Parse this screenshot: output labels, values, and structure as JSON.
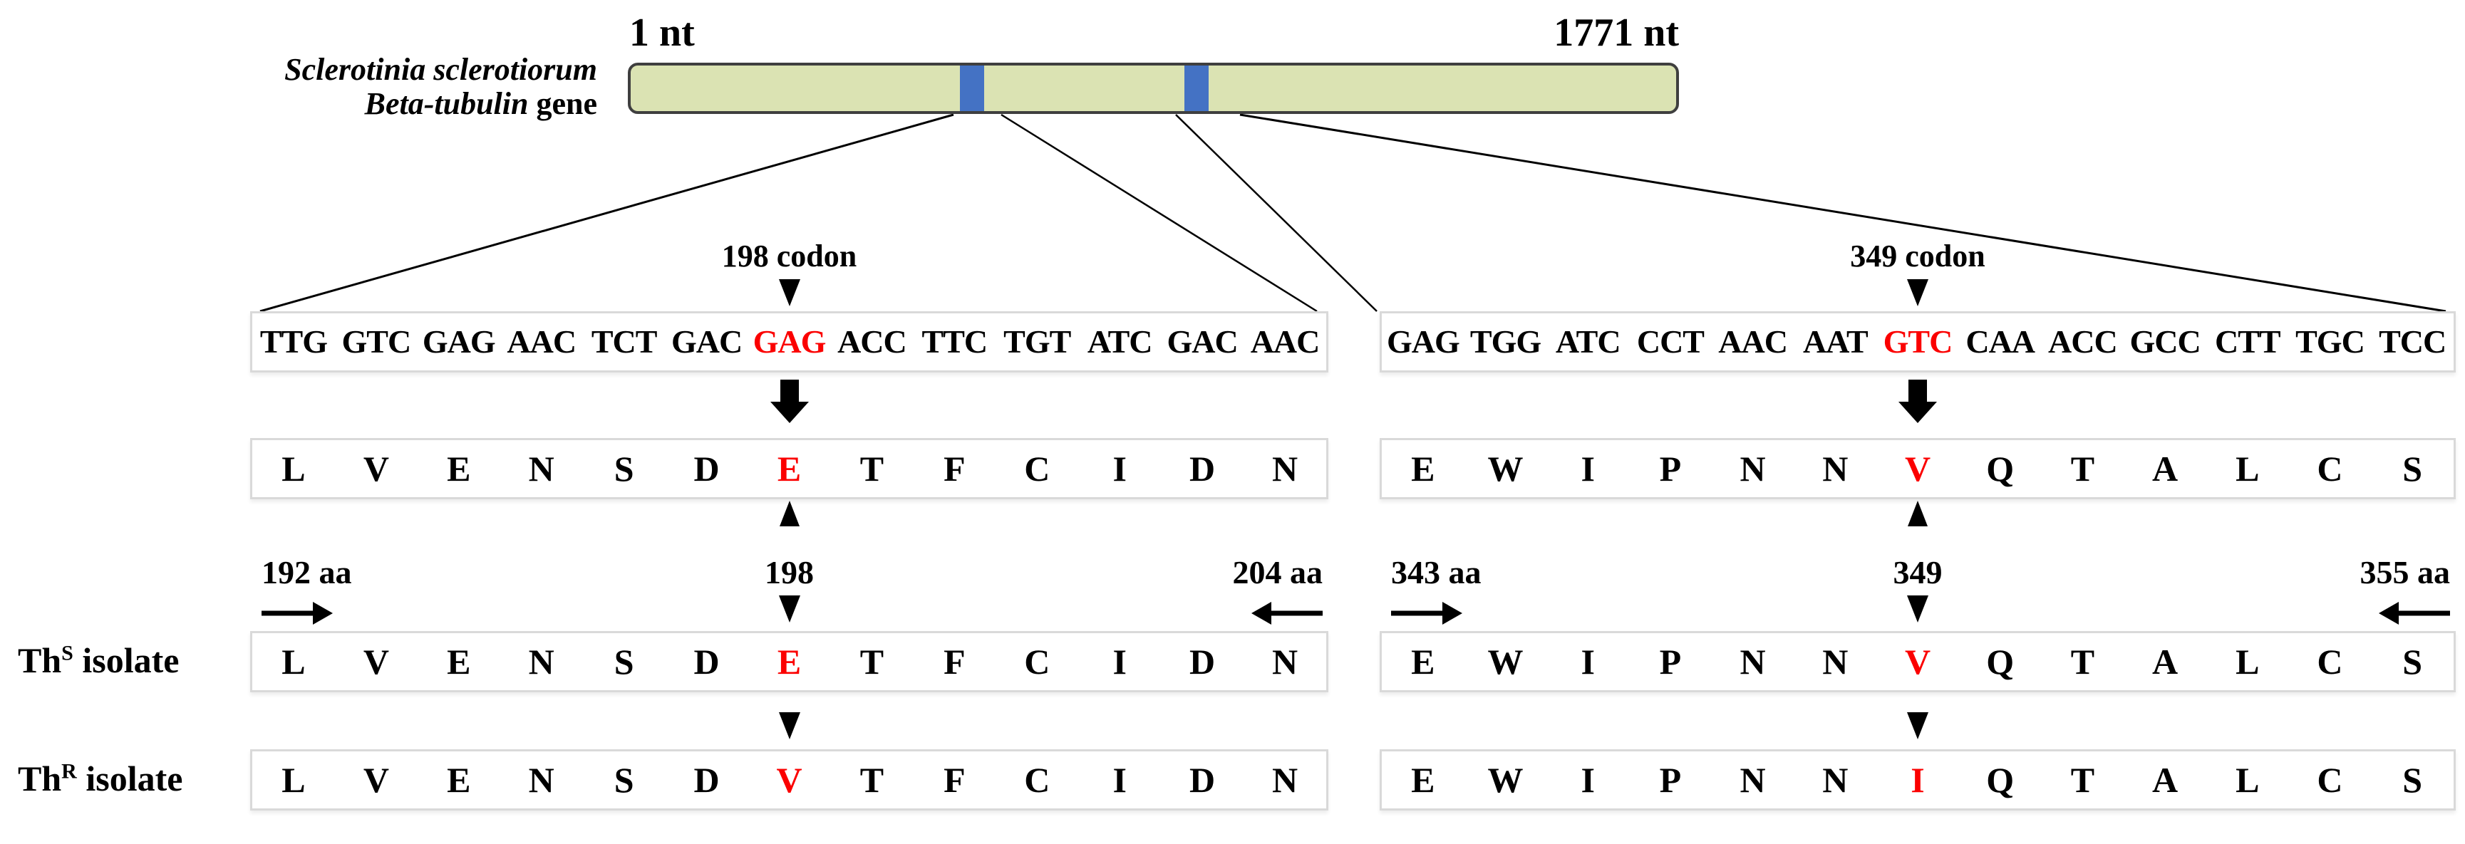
{
  "gene": {
    "species_line1": "Sclerotinia sclerotiorum",
    "species_line2_italic": "Beta-tubulin",
    "species_line2_roman": " gene",
    "start_label": "1 nt",
    "end_label": "1771 nt"
  },
  "isolates": {
    "prefix": "Th",
    "sensitive_sup": "S",
    "resistant_sup": "R",
    "suffix": " isolate"
  },
  "panels": {
    "left": {
      "codon_label": "198 codon",
      "position_label": "198",
      "range_start": "192 aa",
      "range_end": "204 aa",
      "nt": {
        "items": [
          "TTG",
          "GTC",
          "GAG",
          "AAC",
          "TCT",
          "GAC",
          "GAG",
          "ACC",
          "TTC",
          "TGT",
          "ATC",
          "GAC",
          "AAC"
        ],
        "highlight_index": 6
      },
      "aa": {
        "items": [
          "L",
          "V",
          "E",
          "N",
          "S",
          "D",
          "E",
          "T",
          "F",
          "C",
          "I",
          "D",
          "N"
        ],
        "highlight_index": 6
      },
      "sensitive": {
        "items": [
          "L",
          "V",
          "E",
          "N",
          "S",
          "D",
          "E",
          "T",
          "F",
          "C",
          "I",
          "D",
          "N"
        ],
        "highlight_index": 6
      },
      "resistant": {
        "items": [
          "L",
          "V",
          "E",
          "N",
          "S",
          "D",
          "V",
          "T",
          "F",
          "C",
          "I",
          "D",
          "N"
        ],
        "highlight_index": 6
      }
    },
    "right": {
      "codon_label": "349 codon",
      "position_label": "349",
      "range_start": "343 aa",
      "range_end": "355 aa",
      "nt": {
        "items": [
          "GAG",
          "TGG",
          "ATC",
          "CCT",
          "AAC",
          "AAT",
          "GTC",
          "CAA",
          "ACC",
          "GCC",
          "CTT",
          "TGC",
          "TCC"
        ],
        "highlight_index": 6
      },
      "aa": {
        "items": [
          "E",
          "W",
          "I",
          "P",
          "N",
          "N",
          "V",
          "Q",
          "T",
          "A",
          "L",
          "C",
          "S"
        ],
        "highlight_index": 6
      },
      "sensitive": {
        "items": [
          "E",
          "W",
          "I",
          "P",
          "N",
          "N",
          "V",
          "Q",
          "T",
          "A",
          "L",
          "C",
          "S"
        ],
        "highlight_index": 6
      },
      "resistant": {
        "items": [
          "E",
          "W",
          "I",
          "P",
          "N",
          "N",
          "I",
          "Q",
          "T",
          "A",
          "L",
          "C",
          "S"
        ],
        "highlight_index": 6
      }
    }
  },
  "colors": {
    "highlight": "#fb0000",
    "marker": "#4472c4",
    "bar_fill": "#dbe3b3",
    "bar_border": "#3f3f3f",
    "box_border": "#d9d9d9",
    "line": "#000000",
    "text": "#000000"
  }
}
